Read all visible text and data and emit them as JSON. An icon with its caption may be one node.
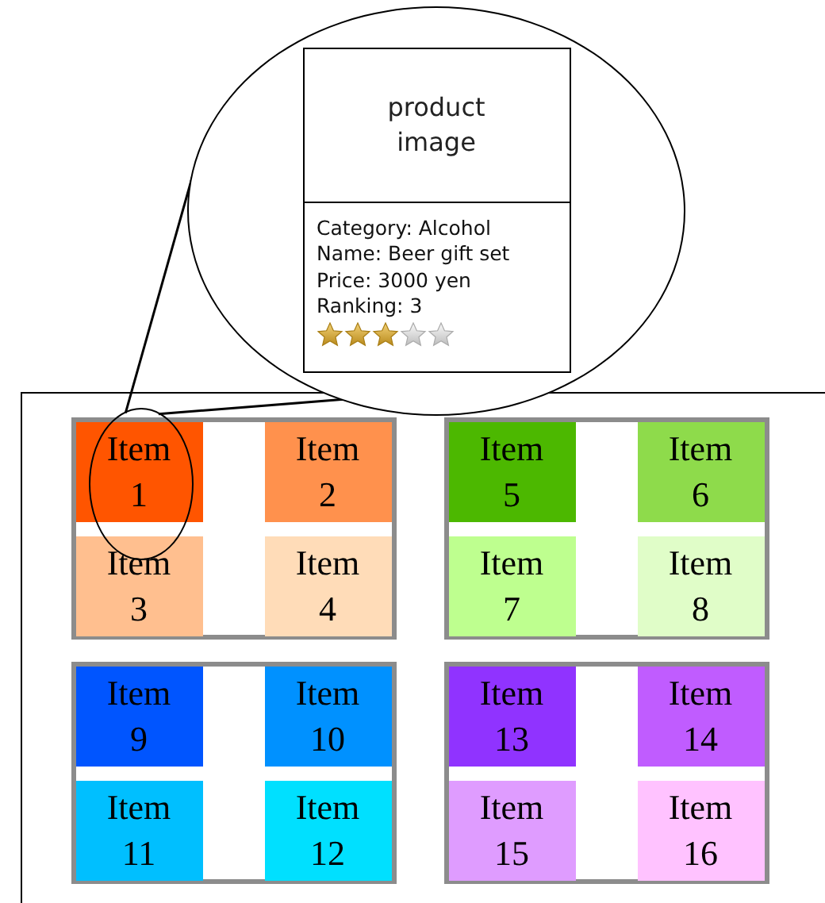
{
  "diagram": {
    "nodes": [
      {
        "text": [],
        "shape": "circle"
      },
      {
        "text": [
          "product image",
          "Category: Alcohol",
          "Name: Beer gift set",
          "Price: 3000 yen",
          "Ranking: 3"
        ],
        "in": 0
      },
      {
        "text": [],
        "shape": "box"
      },
      {
        "text": [],
        "shape": "box",
        "in": 2
      },
      {
        "text": [
          "Item 1"
        ],
        "in": 3
      },
      {
        "text": [
          "Item 2"
        ],
        "in": 3
      },
      {
        "text": [
          "Item 3"
        ],
        "in": 3
      },
      {
        "text": [
          "Item 4"
        ],
        "in": 3
      },
      {
        "text": [],
        "shape": "box",
        "in": 2
      },
      {
        "text": [
          "Item 5"
        ],
        "in": 8
      },
      {
        "text": [
          "Item 6"
        ],
        "in": 8
      },
      {
        "text": [
          "Item 7"
        ],
        "in": 8
      },
      {
        "text": [
          "Item 8"
        ],
        "in": 8
      },
      {
        "text": [],
        "shape": "box",
        "in": 2
      },
      {
        "text": [
          "Item 9"
        ],
        "in": 13
      },
      {
        "text": [
          "Item 10"
        ],
        "in": 13
      },
      {
        "text": [
          "Item 11"
        ],
        "in": 13
      },
      {
        "text": [
          "Item 12"
        ],
        "in": 13
      },
      {
        "text": [],
        "shape": "box",
        "in": 2
      },
      {
        "text": [
          "Item 13"
        ],
        "in": 18
      },
      {
        "text": [
          "Item 14"
        ],
        "in": 18
      },
      {
        "text": [
          "Item 15"
        ],
        "in": 18
      },
      {
        "text": [
          "Item 16"
        ],
        "in": 18
      },
      {
        "text": [],
        "shape": "circle",
        "in": 2
      }
    ],
    "edges": [
      {
        "from": 23,
        "to": 0,
        "arrow": "none"
      },
      {
        "from": 23,
        "to": 0,
        "arrow": "none"
      }
    ]
  }
}
